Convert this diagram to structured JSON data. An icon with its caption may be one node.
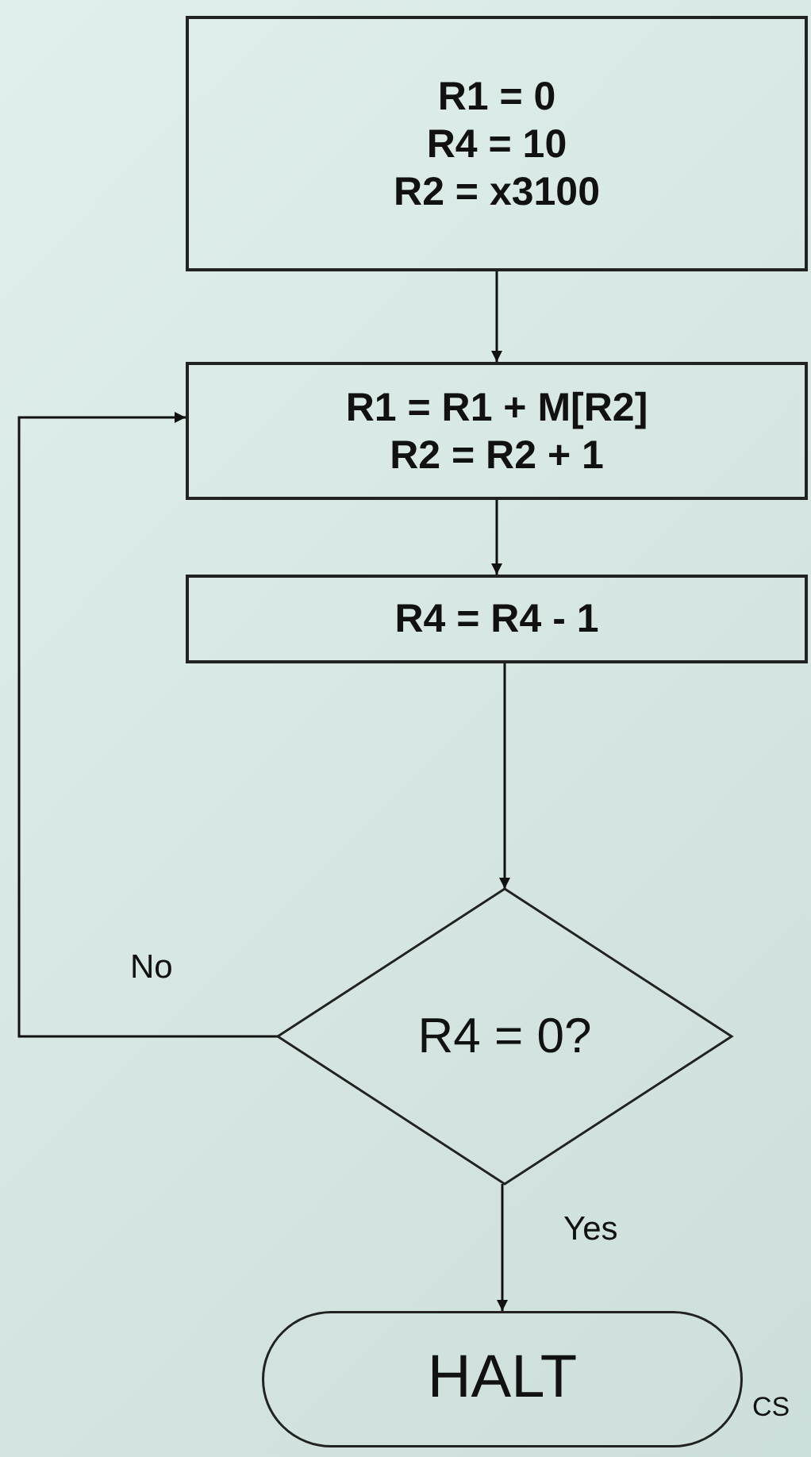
{
  "diagram": {
    "nodes": [
      {
        "text": [
          "R1 = 0",
          "R4 = 10",
          "R2 = x3100"
        ]
      },
      {
        "text": [
          "R1 = R1 + M[R2]",
          "R2 = R2 + 1"
        ]
      },
      {
        "text": [
          "R4 = R4 - 1"
        ]
      },
      {
        "text": [
          "R4 = 0?"
        ]
      },
      {
        "text": [
          "HALT"
        ]
      }
    ],
    "edges": [
      {
        "from": 0,
        "to": 1,
        "arrow": "to"
      },
      {
        "from": 1,
        "to": 2,
        "arrow": "to"
      },
      {
        "from": 2,
        "to": 3,
        "arrow": "to"
      },
      {
        "from": 3,
        "to": 1,
        "arrow": "to",
        "label": "No"
      },
      {
        "from": 3,
        "to": 4,
        "arrow": "to",
        "label": "Yes"
      }
    ],
    "labels": [
      "CS"
    ]
  }
}
